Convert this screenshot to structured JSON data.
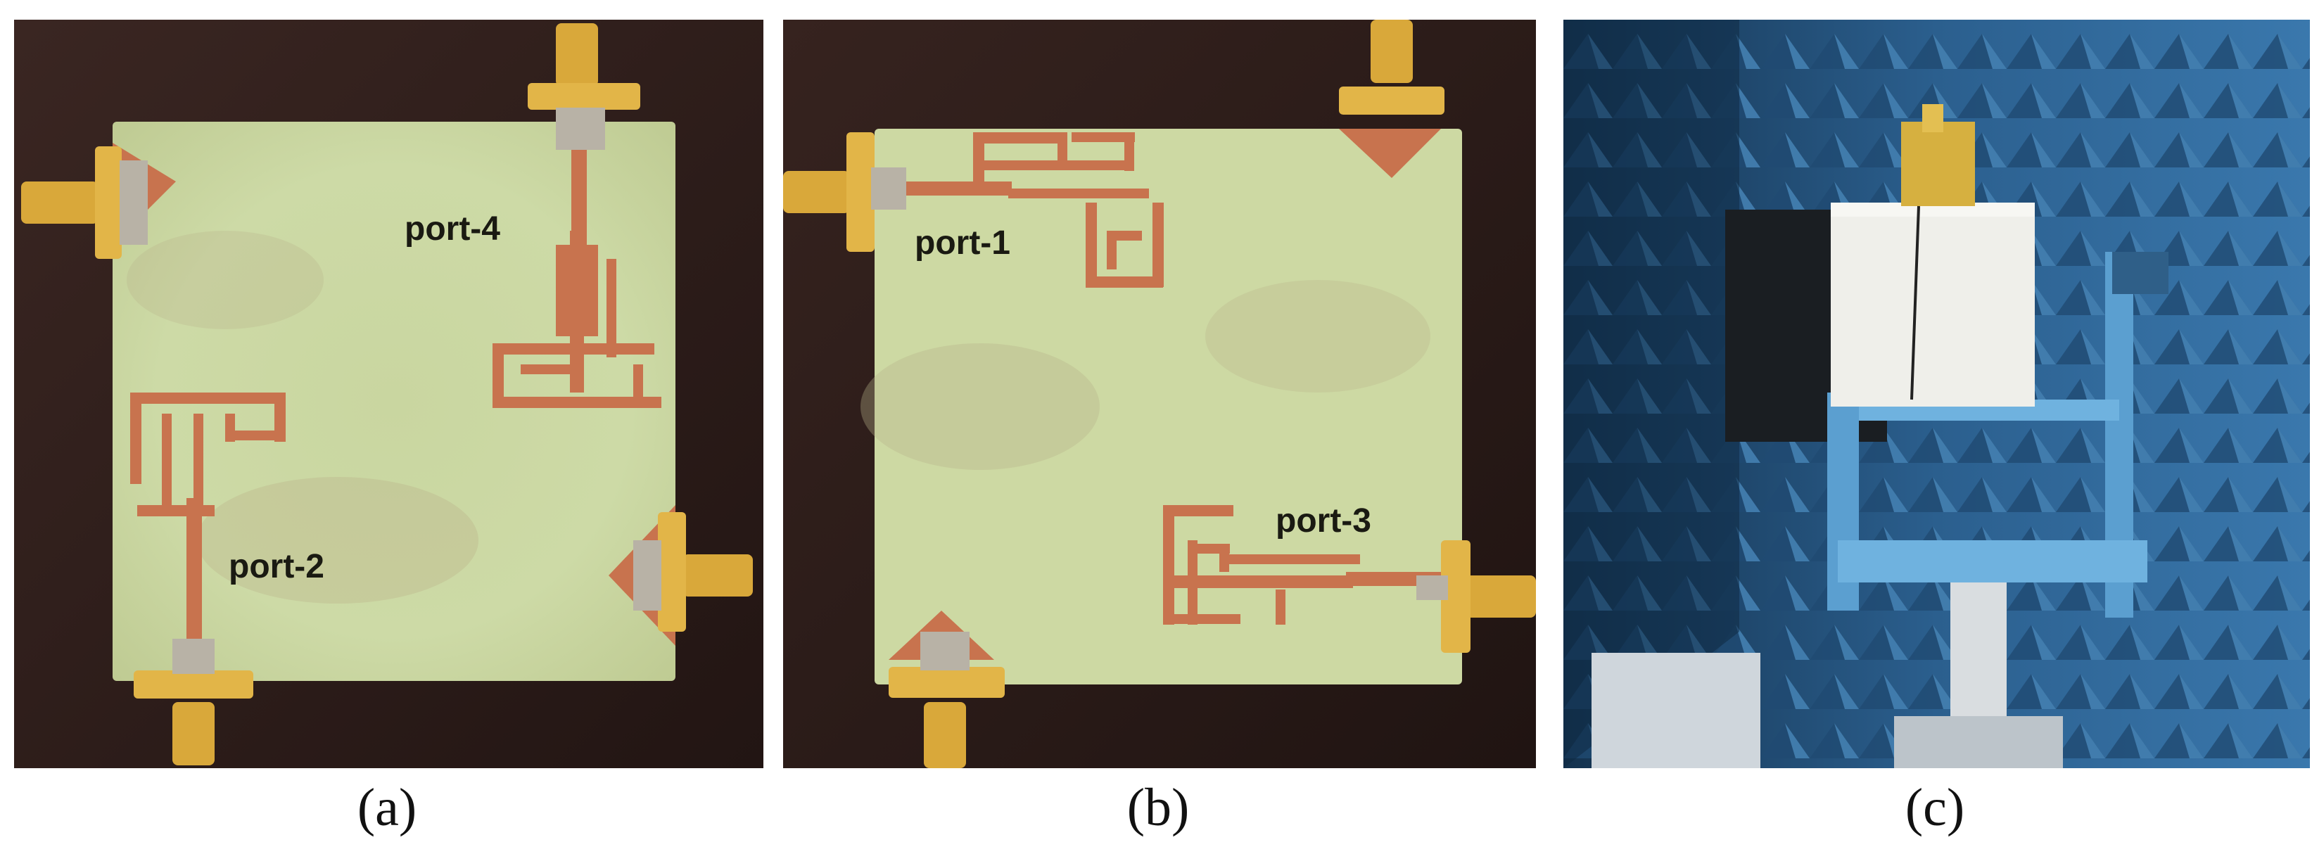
{
  "panels": [
    {
      "caption": "(a)",
      "ports": [
        "port-4",
        "port-2"
      ]
    },
    {
      "caption": "(b)",
      "ports": [
        "port-1",
        "port-3"
      ]
    },
    {
      "caption": "(c)"
    }
  ],
  "colors": {
    "substrate": "#cfdca8",
    "copper": "#c8734e",
    "connector_gold": "#d9a83a",
    "table_wood": "#2c1c19",
    "absorber_blue": "#3a7fb8",
    "foam": "#eeeeea"
  }
}
